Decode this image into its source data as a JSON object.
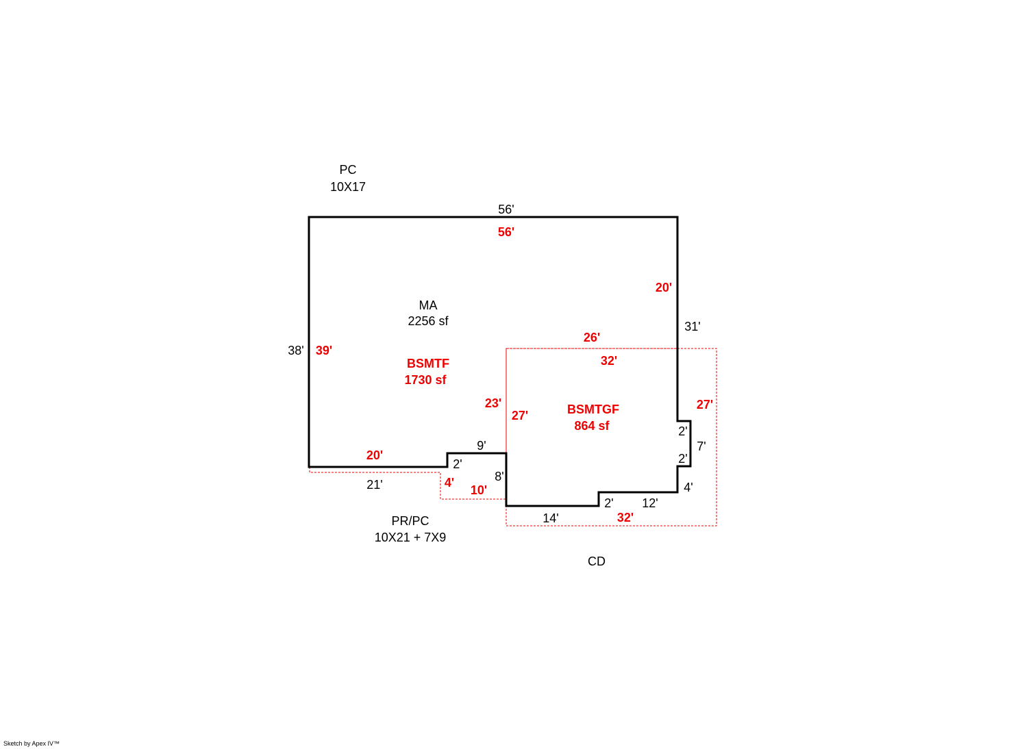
{
  "colors": {
    "main_outline": "#000000",
    "basement_outline": "#ee0000",
    "background": "#ffffff"
  },
  "areas": {
    "pc": {
      "name": "PC",
      "size": "10X17"
    },
    "ma": {
      "name": "MA",
      "area": "2256 sf"
    },
    "bsmtf": {
      "name": "BSMTF",
      "area": "1730 sf"
    },
    "bsmtgf": {
      "name": "BSMTGF",
      "area": "864 sf"
    },
    "prpc": {
      "name": "PR/PC",
      "size": "10X21 + 7X9"
    },
    "cd": {
      "name": "CD"
    }
  },
  "dimensions": {
    "main": {
      "top": "56'",
      "left": "38'",
      "right": "31'",
      "bottom_left": "21'",
      "step_up": "2'",
      "step_top": "9'",
      "step_down": "8'",
      "bottom_mid": "14'",
      "step_mid": "2'",
      "bottom_right": "12'",
      "notch_low": "4'",
      "notch_lower": "2'",
      "notch_side": "7'",
      "notch_upper": "2'"
    },
    "basement": {
      "top": "56'",
      "left": "39'",
      "right_upper": "20'",
      "inner_top": "26'",
      "inner_left": "23'",
      "bottom_left": "20'",
      "step": "4'",
      "step_bottom": "10'",
      "garage_top": "32'",
      "garage_left": "27'",
      "garage_right": "27'",
      "garage_bottom": "32'"
    }
  },
  "footer": "Sketch by Apex IV™"
}
